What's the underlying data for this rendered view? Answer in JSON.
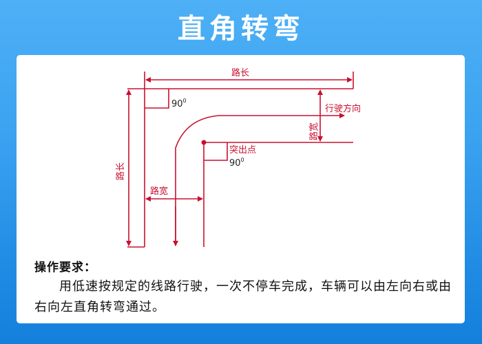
{
  "title": "直角转弯",
  "colors": {
    "background_top": "#4eb0f6",
    "background_bottom": "#1480dc",
    "card": "#ffffff",
    "diagram_line": "#c8102e",
    "text": "#111111"
  },
  "diagram": {
    "labels": {
      "road_length_top": "路长",
      "road_length_left": "路长",
      "road_width_right": "路宽",
      "road_width_bottom": "路宽",
      "driving_direction": "行驶方向",
      "protruding_point": "突出点",
      "right_angle_1": "90",
      "right_angle_1_sup": "0",
      "right_angle_2": "90",
      "right_angle_2_sup": "0"
    }
  },
  "requirements": {
    "heading": "操作要求：",
    "body": "用低速按规定的线路行驶，一次不停车完成，车辆可以由左向右或由右向左直角转弯通过。"
  }
}
